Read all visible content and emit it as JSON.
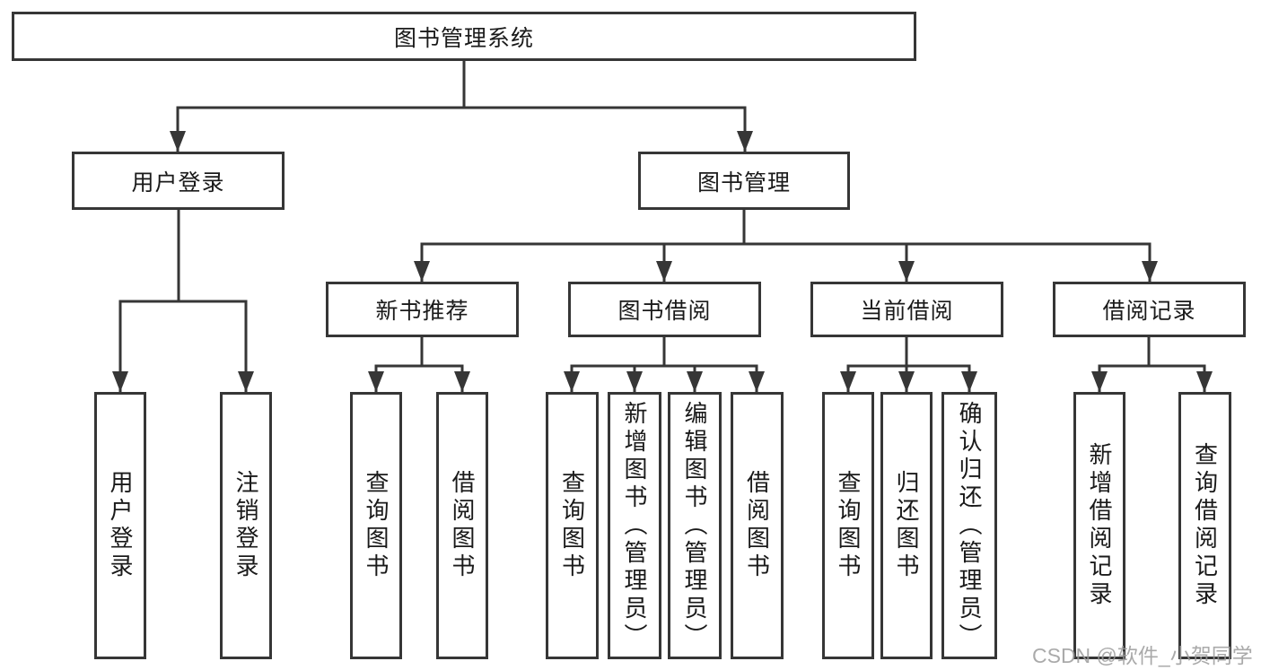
{
  "root": {
    "label": "图书管理系统"
  },
  "level2": [
    {
      "label": "用户登录",
      "children": [
        {
          "label": "用户登录"
        },
        {
          "label": "注销登录"
        }
      ]
    },
    {
      "label": "图书管理",
      "children": [
        {
          "label": "新书推荐",
          "children": [
            {
              "label": "查询图书"
            },
            {
              "label": "借阅图书"
            }
          ]
        },
        {
          "label": "图书借阅",
          "children": [
            {
              "label": "查询图书"
            },
            {
              "label": "新增图书（管理员）"
            },
            {
              "label": "编辑图书（管理员）"
            },
            {
              "label": "借阅图书"
            }
          ]
        },
        {
          "label": "当前借阅",
          "children": [
            {
              "label": "查询图书"
            },
            {
              "label": "归还图书"
            },
            {
              "label": "确认归还（管理员）"
            }
          ]
        },
        {
          "label": "借阅记录",
          "children": [
            {
              "label": "新增借阅记录"
            },
            {
              "label": "查询借阅记录"
            }
          ]
        }
      ]
    }
  ],
  "watermark": "CSDN @软件_小贺同学",
  "colors": {
    "line": "#363636",
    "text": "#1a1a1a",
    "watermark": "#9c9c9c",
    "background": "#ffffff"
  }
}
